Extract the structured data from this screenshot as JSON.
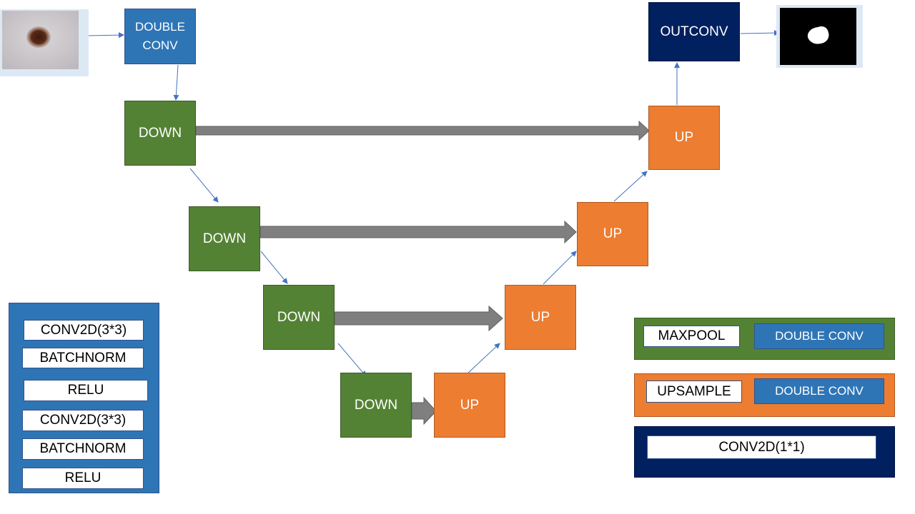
{
  "colors": {
    "double_conv": "#2e75b6",
    "down": "#548235",
    "up": "#ed7d31",
    "outconv": "#002060",
    "skip_arrow": "#7f7f7f",
    "flow_arrow": "#4472c4"
  },
  "input_image": {
    "description_icon": "skin-lesion-photo"
  },
  "output_image": {
    "description_icon": "segmentation-mask"
  },
  "nodes": {
    "double_conv": "DOUBLE\nCONV",
    "down": [
      "DOWN",
      "DOWN",
      "DOWN",
      "DOWN"
    ],
    "up": [
      "UP",
      "UP",
      "UP",
      "UP"
    ],
    "outconv": "OUTCONV"
  },
  "double_conv_detail": [
    "CONV2D(3*3)",
    "BATCHNORM",
    "RELU",
    "CONV2D(3*3)",
    "BATCHNORM",
    "RELU"
  ],
  "legend": {
    "down_block": {
      "op": "MAXPOOL",
      "conv": "DOUBLE CONV"
    },
    "up_block": {
      "op": "UPSAMPLE",
      "conv": "DOUBLE CONV"
    },
    "outconv_block": {
      "op": "CONV2D(1*1)"
    }
  }
}
